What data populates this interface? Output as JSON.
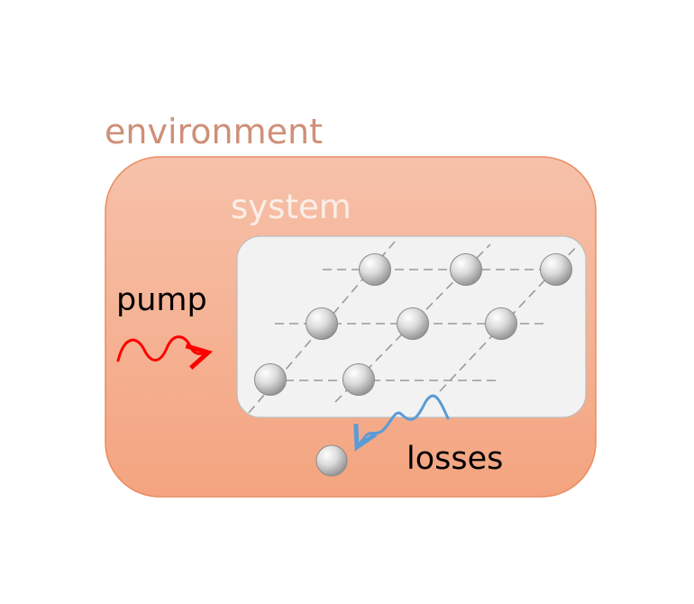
{
  "labels": {
    "environment": "environment",
    "system": "system",
    "pump": "pump",
    "losses": "losses"
  },
  "colors": {
    "environment_text": "#cf8f78",
    "environment_fill_top": "#f6bfa7",
    "environment_fill_bottom": "#f4a37e",
    "environment_border": "#ea8a5e",
    "system_text": "#fbeee8",
    "system_fill": "#f2f2f2",
    "system_border": "#bdbdbd",
    "pump_arrow": "#ff0000",
    "loss_arrow": "#5b9bd5",
    "lattice_line": "#9a9a9a"
  },
  "icons": {
    "pump": "wavy-arrow-icon",
    "losses": "wavy-arrow-icon",
    "site": "sphere-icon"
  }
}
